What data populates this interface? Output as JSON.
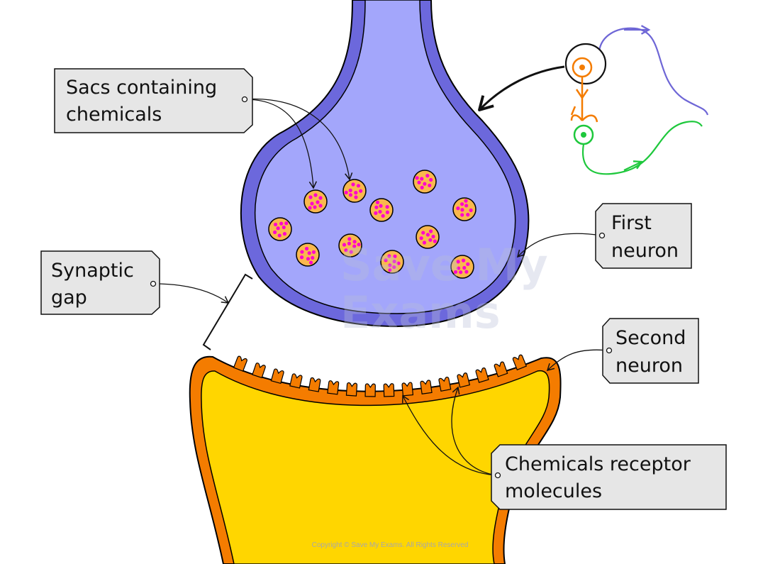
{
  "labels": {
    "sacs": [
      "Sacs containing",
      "chemicals"
    ],
    "first_neuron": [
      "First",
      "neuron"
    ],
    "synaptic_gap": [
      "Synaptic",
      "gap"
    ],
    "second_neuron": [
      "Second",
      "neuron"
    ],
    "receptors": [
      "Chemicals receptor",
      "molecules"
    ]
  },
  "watermark": [
    "Save My",
    "Exams"
  ],
  "copyright": "Copyright © Save My Exams. All Rights Reserved",
  "colors": {
    "first_neuron_fill": "#a3a6fb",
    "first_neuron_membrane": "#6c68dc",
    "second_neuron_fill": "#ffd600",
    "second_neuron_membrane": "#f47c00",
    "vesicle_fill": "#f9b84e",
    "vesicle_dot": "#ff00cc",
    "label_box": "#e6e6e6",
    "inset_blue": "#6e66d6",
    "inset_orange": "#f47c00",
    "inset_green": "#1ec83c"
  }
}
